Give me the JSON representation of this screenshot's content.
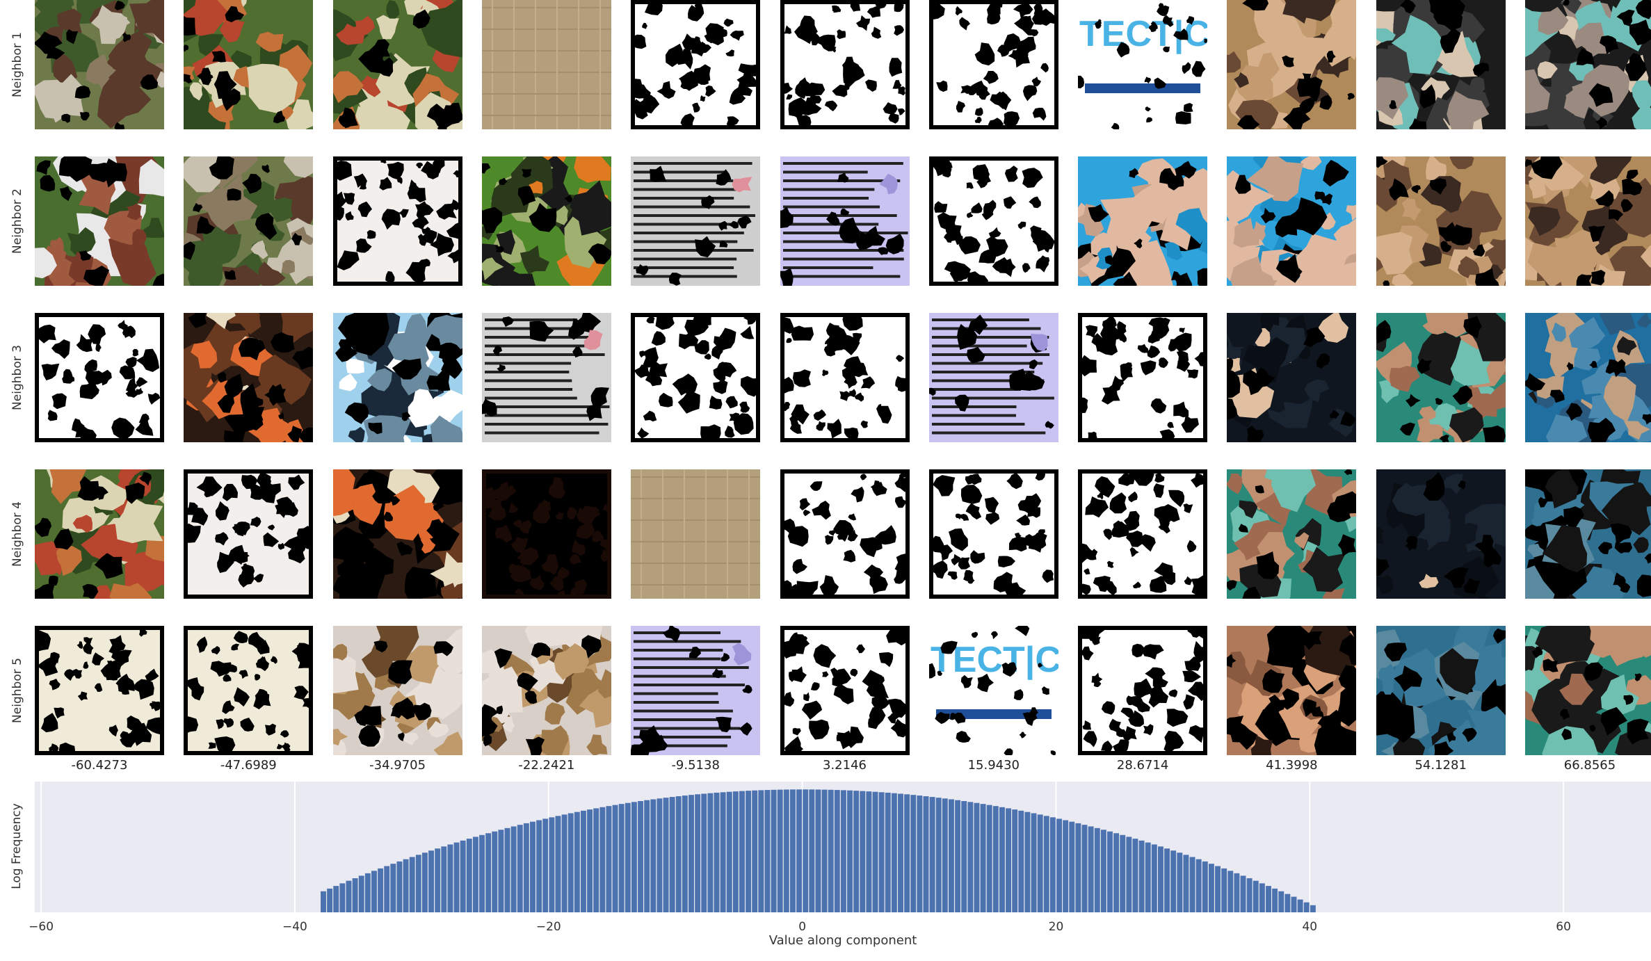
{
  "row_labels": [
    "Neighbor 1",
    "Neighbor 2",
    "Neighbor 3",
    "Neighbor 4",
    "Neighbor 5"
  ],
  "column_values": [
    "-60.4273",
    "-47.6989",
    "-34.9705",
    "-22.2421",
    "-9.5138",
    "3.2146",
    "15.9430",
    "28.6714",
    "41.3998",
    "54.1281",
    "66.8565"
  ],
  "tiles": [
    [
      {
        "kind": "photo",
        "palette": [
          "#6e7a4a",
          "#3f5a2a",
          "#8a7a60",
          "#5a3a2a",
          "#c9c1b0"
        ]
      },
      {
        "kind": "photo",
        "palette": [
          "#4f6e2f",
          "#2f4a1f",
          "#c4713a",
          "#b8452d",
          "#dcd5b3"
        ]
      },
      {
        "kind": "photo",
        "palette": [
          "#4f6e2f",
          "#2f4a1f",
          "#c4713a",
          "#b8452d",
          "#dcd5b3"
        ]
      },
      {
        "kind": "texture",
        "palette": [
          "#b39f7c",
          "#a48f6d",
          "#c2ae8b"
        ]
      },
      {
        "kind": "mask",
        "palette": [
          "#ffffff",
          "#000000"
        ]
      },
      {
        "kind": "mask",
        "palette": [
          "#ffffff",
          "#000000"
        ]
      },
      {
        "kind": "mask",
        "palette": [
          "#ffffff",
          "#000000"
        ]
      },
      {
        "kind": "logo",
        "palette": [
          "#ffffff",
          "#4ab3e6",
          "#1f4f99",
          "#000000"
        ],
        "text": "TECT|C"
      },
      {
        "kind": "photo",
        "palette": [
          "#b08a5a",
          "#6b4a35",
          "#d6b08a",
          "#3a2a22",
          "#c49a70"
        ]
      },
      {
        "kind": "photo",
        "palette": [
          "#1c1c1c",
          "#6fbfb8",
          "#d9c6b0",
          "#3a3a3a",
          "#9a8a80"
        ]
      },
      {
        "kind": "photo",
        "palette": [
          "#1c1c1c",
          "#6fbfb8",
          "#d9c6b0",
          "#3a3a3a",
          "#9a8a80"
        ]
      }
    ],
    [
      {
        "kind": "photo",
        "palette": [
          "#4a6e30",
          "#7a3a2a",
          "#2f4a1f",
          "#e8e8e8",
          "#a05a40"
        ]
      },
      {
        "kind": "photo",
        "palette": [
          "#6e7a4a",
          "#3f5a2a",
          "#8a7a60",
          "#5a3a2a",
          "#c9c1b0"
        ]
      },
      {
        "kind": "mask",
        "palette": [
          "#f2efec",
          "#000000"
        ]
      },
      {
        "kind": "photo",
        "palette": [
          "#4f8a2a",
          "#2a3a1a",
          "#e07a20",
          "#a0b070",
          "#1a1a1a"
        ]
      },
      {
        "kind": "textpage",
        "palette": [
          "#cfcfcf",
          "#222222",
          "#e0909a"
        ]
      },
      {
        "kind": "textpage",
        "palette": [
          "#c9c3f2",
          "#222222",
          "#9d95d9"
        ]
      },
      {
        "kind": "mask",
        "palette": [
          "#ffffff",
          "#000000"
        ]
      },
      {
        "kind": "photo",
        "palette": [
          "#2fa3dc",
          "#c7a08a",
          "#1f8fc8",
          "#000000",
          "#e0b9a0"
        ]
      },
      {
        "kind": "photo",
        "palette": [
          "#2fa3dc",
          "#c7a08a",
          "#1f8fc8",
          "#000000",
          "#e0b9a0"
        ]
      },
      {
        "kind": "photo",
        "palette": [
          "#b08a5a",
          "#6b4a35",
          "#d6b08a",
          "#3a2a22",
          "#c49a70"
        ]
      },
      {
        "kind": "photo",
        "palette": [
          "#b08a5a",
          "#6b4a35",
          "#d6b08a",
          "#3a2a22",
          "#c49a70"
        ]
      }
    ],
    [
      {
        "kind": "mask",
        "palette": [
          "#ffffff",
          "#000000"
        ]
      },
      {
        "kind": "photo",
        "palette": [
          "#2a1a12",
          "#6a3a20",
          "#e06a30",
          "#000000",
          "#e8dcc0"
        ]
      },
      {
        "kind": "photo",
        "palette": [
          "#9fd0ec",
          "#000000",
          "#1a2a3a",
          "#6a8aa0",
          "#ffffff"
        ]
      },
      {
        "kind": "textpage",
        "palette": [
          "#d2d2d2",
          "#222222",
          "#e0909a"
        ]
      },
      {
        "kind": "mask",
        "palette": [
          "#ffffff",
          "#000000"
        ]
      },
      {
        "kind": "mask",
        "palette": [
          "#ffffff",
          "#000000"
        ]
      },
      {
        "kind": "textpage",
        "palette": [
          "#c9c3f2",
          "#222222",
          "#9d95d9"
        ]
      },
      {
        "kind": "mask",
        "palette": [
          "#ffffff",
          "#000000"
        ]
      },
      {
        "kind": "photo",
        "palette": [
          "#0f1620",
          "#0a0f16",
          "#1a2430",
          "#e0c0a0",
          "#0f1620"
        ]
      },
      {
        "kind": "photo",
        "palette": [
          "#2a8a7a",
          "#c09070",
          "#6fc0b0",
          "#1a1a1a",
          "#a06a50"
        ]
      },
      {
        "kind": "photo",
        "palette": [
          "#1f6fa0",
          "#2a5a80",
          "#1a1a1a",
          "#c0a080",
          "#4a8ab0"
        ]
      }
    ],
    [
      {
        "kind": "photo",
        "palette": [
          "#4f6e2f",
          "#2f4a1f",
          "#c4713a",
          "#b8452d",
          "#dcd5b3"
        ]
      },
      {
        "kind": "mask",
        "palette": [
          "#f2efec",
          "#000000"
        ]
      },
      {
        "kind": "photo",
        "palette": [
          "#2a1a12",
          "#6a3a20",
          "#e06a30",
          "#000000",
          "#e8dcc0"
        ]
      },
      {
        "kind": "mask",
        "palette": [
          "#000000",
          "#1a0a05"
        ]
      },
      {
        "kind": "texture",
        "palette": [
          "#b39f7c",
          "#a48f6d",
          "#c2ae8b"
        ]
      },
      {
        "kind": "mask",
        "palette": [
          "#ffffff",
          "#000000"
        ]
      },
      {
        "kind": "mask",
        "palette": [
          "#ffffff",
          "#000000"
        ]
      },
      {
        "kind": "mask",
        "palette": [
          "#ffffff",
          "#000000"
        ]
      },
      {
        "kind": "photo",
        "palette": [
          "#2a8a7a",
          "#c09070",
          "#6fc0b0",
          "#1a1a1a",
          "#a06a50"
        ]
      },
      {
        "kind": "photo",
        "palette": [
          "#0f1620",
          "#0a0f16",
          "#1a2430",
          "#e0c0a0",
          "#0f1620"
        ]
      },
      {
        "kind": "photo",
        "palette": [
          "#2f6f90",
          "#141414",
          "#3a7a9a",
          "#000000",
          "#5a8aa0"
        ]
      }
    ],
    [
      {
        "kind": "mask",
        "palette": [
          "#f0ead8",
          "#000000"
        ]
      },
      {
        "kind": "mask",
        "palette": [
          "#f0ead8",
          "#000000"
        ]
      },
      {
        "kind": "photo",
        "palette": [
          "#d8d0c8",
          "#a07a4a",
          "#6a4a2a",
          "#c09a6a",
          "#e8e0d8"
        ]
      },
      {
        "kind": "photo",
        "palette": [
          "#d8d0c8",
          "#a07a4a",
          "#6a4a2a",
          "#c09a6a",
          "#e8e0d8"
        ]
      },
      {
        "kind": "textpage",
        "palette": [
          "#c9c3f2",
          "#222222",
          "#9d95d9"
        ]
      },
      {
        "kind": "mask",
        "palette": [
          "#ffffff",
          "#000000"
        ]
      },
      {
        "kind": "logo",
        "palette": [
          "#ffffff",
          "#4ab3e6",
          "#1f4f99",
          "#000000"
        ],
        "text": "TECT|C"
      },
      {
        "kind": "mask",
        "palette": [
          "#ffffff",
          "#000000"
        ]
      },
      {
        "kind": "photo",
        "palette": [
          "#b07a5a",
          "#2a1a12",
          "#d9a07a",
          "#000000",
          "#8a5a40"
        ]
      },
      {
        "kind": "photo",
        "palette": [
          "#2f6f90",
          "#141414",
          "#3a7a9a",
          "#000000",
          "#5a8aa0"
        ]
      },
      {
        "kind": "photo",
        "palette": [
          "#2a8a7a",
          "#c09070",
          "#6fc0b0",
          "#1a1a1a",
          "#a06a50"
        ]
      }
    ]
  ],
  "chart_data": {
    "type": "bar",
    "xlabel": "Value along component",
    "ylabel": "Log Frequency",
    "xlim": [
      -60.5,
      66.9
    ],
    "xticks": [
      -60,
      -40,
      -20,
      0,
      20,
      40,
      60
    ],
    "xtick_labels": [
      "−60",
      "−40",
      "−20",
      "0",
      "20",
      "40",
      "60"
    ],
    "grid": true,
    "distribution": {
      "mean": 0.0,
      "std": 11.5,
      "lower_bound": -38,
      "upper_bound": 40.5,
      "bin_width": 0.5
    }
  },
  "colors": {
    "bars": "#4c72b0",
    "plot_bg": "#eaeaf2",
    "grid": "#ffffff"
  }
}
